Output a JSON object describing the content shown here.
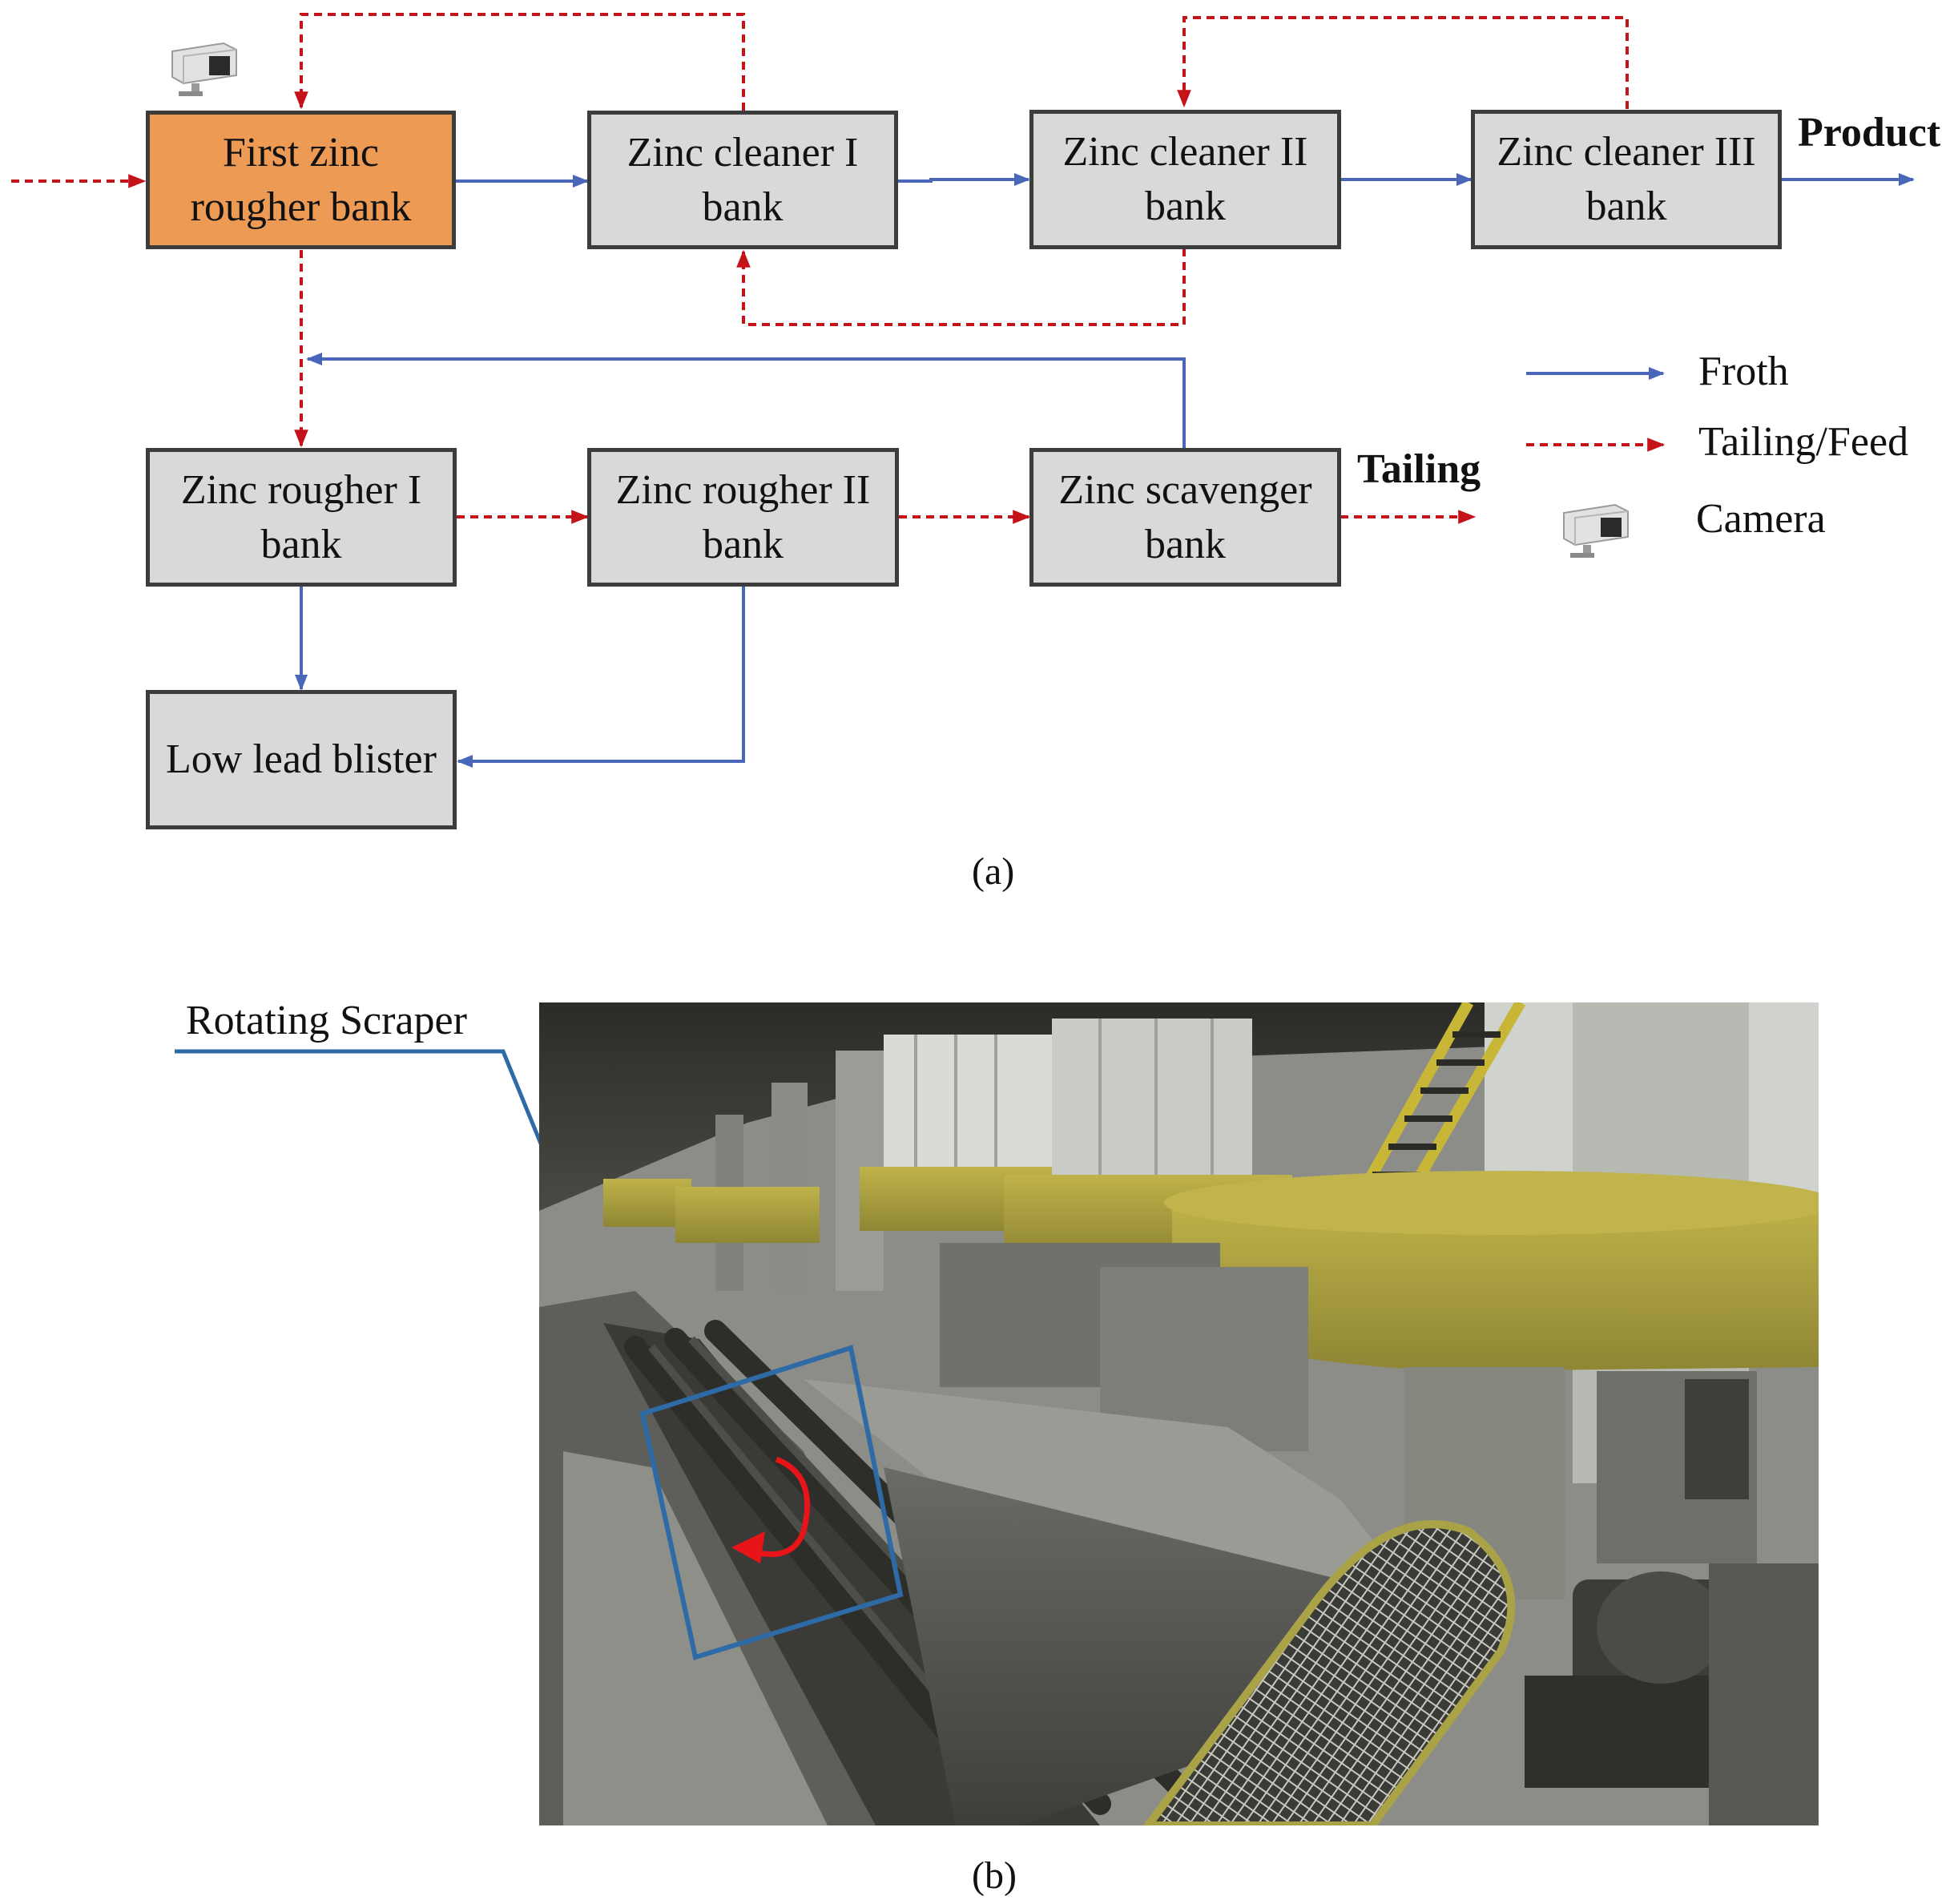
{
  "diagram": {
    "boxes": {
      "first_rougher": "First zinc\nrougher bank",
      "cleaner1": "Zinc cleaner I\nbank",
      "cleaner2": "Zinc cleaner II\nbank",
      "cleaner3": "Zinc cleaner III\nbank",
      "rougher1": "Zinc rougher I\nbank",
      "rougher2": "Zinc rougher II\nbank",
      "scavenger": "Zinc scavenger\nbank",
      "blister": "Low lead blister"
    },
    "product_label": "Product",
    "tailing_label": "Tailing",
    "legend": {
      "froth": "Froth",
      "tailing_feed": "Tailing/Feed",
      "camera": "Camera"
    },
    "colors": {
      "froth": "#4a66b8",
      "tailing_feed": "#c4141a",
      "highlight": "#ec9a54",
      "box_fill": "#d9d9d9"
    },
    "icons": [
      "camera-icon"
    ]
  },
  "caption_a": "(a)",
  "photo": {
    "callout_label": "Rotating Scraper",
    "callout_color": "#2e6aa6",
    "rotation_arrow_color": "#e8141a"
  },
  "caption_b": "(b)"
}
